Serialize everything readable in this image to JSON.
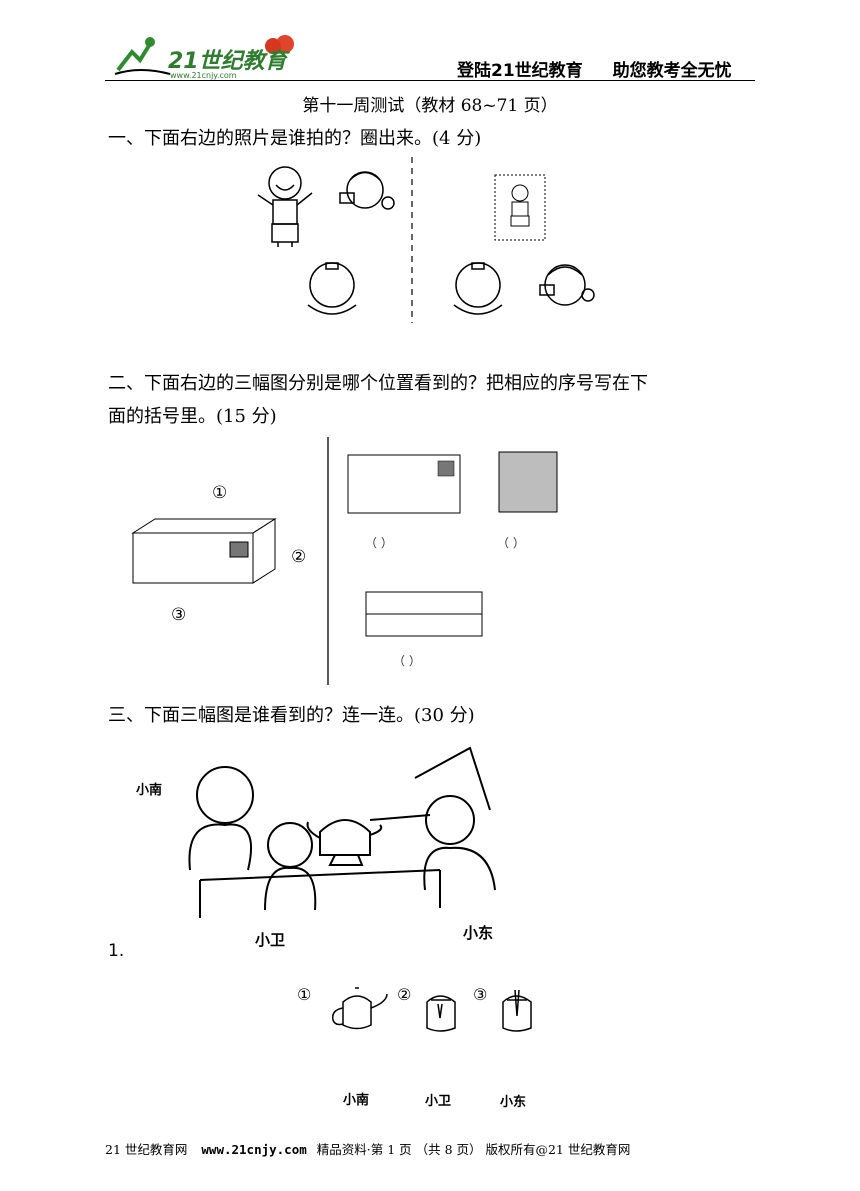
{
  "header": {
    "logo_text": "21世纪教育",
    "logo_url": "www.21cnjy.com",
    "site_name": "登陆21世纪教育",
    "slogan": "助您教考全无忧"
  },
  "title": "第十一周测试（教材 68~71 页）",
  "q1": {
    "text": "一、下面右边的照片是谁拍的？圈出来。(4 分)"
  },
  "q2": {
    "text_line1": "二、下面右边的三幅图分别是哪个位置看到的？把相应的序号写在下",
    "text_line2": "面的括号里。(15 分)",
    "marks": [
      "①",
      "②",
      "③"
    ],
    "paren": "（    ）"
  },
  "q3": {
    "text": "三、下面三幅图是谁看到的？连一连。(30 分)",
    "sub_number": "1.",
    "scene_labels": [
      "小南",
      "小卫",
      "小东"
    ],
    "teapot_marks": [
      "①",
      "②",
      "③"
    ],
    "answer_labels": [
      "小南",
      "小卫",
      "小东"
    ]
  },
  "footer": {
    "site": "21 世纪教育网",
    "url": "www.21cnjy.com",
    "info": "精品资料·第 1 页 （共 8 页） 版权所有@21 世纪教育网"
  }
}
